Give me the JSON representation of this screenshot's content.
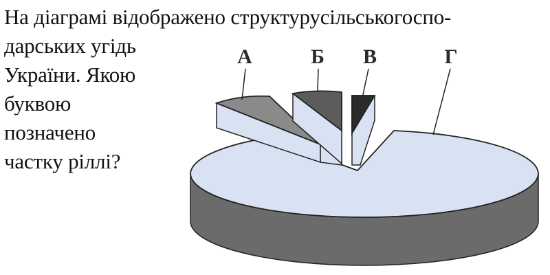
{
  "question": {
    "lines": [
      "На діаграмі відображено структурусільськогоспо-",
      "дарських угідь",
      "України. Якою",
      "буквою",
      "позначено",
      "частку ріллі?"
    ]
  },
  "chart_data": {
    "type": "pie",
    "slices": [
      {
        "label": "А",
        "value": 11,
        "color": "#8a8a8a"
      },
      {
        "label": "Б",
        "value": 8,
        "color": "#5c5c5c"
      },
      {
        "label": "В",
        "value": 2,
        "color": "#2b2b2b"
      },
      {
        "label": "Г",
        "value": 79,
        "color": "#d8e2f3"
      }
    ],
    "value_note": "",
    "style": "3d-exploded",
    "side_color": "#6b6b6b",
    "outline_color": "#222222"
  }
}
